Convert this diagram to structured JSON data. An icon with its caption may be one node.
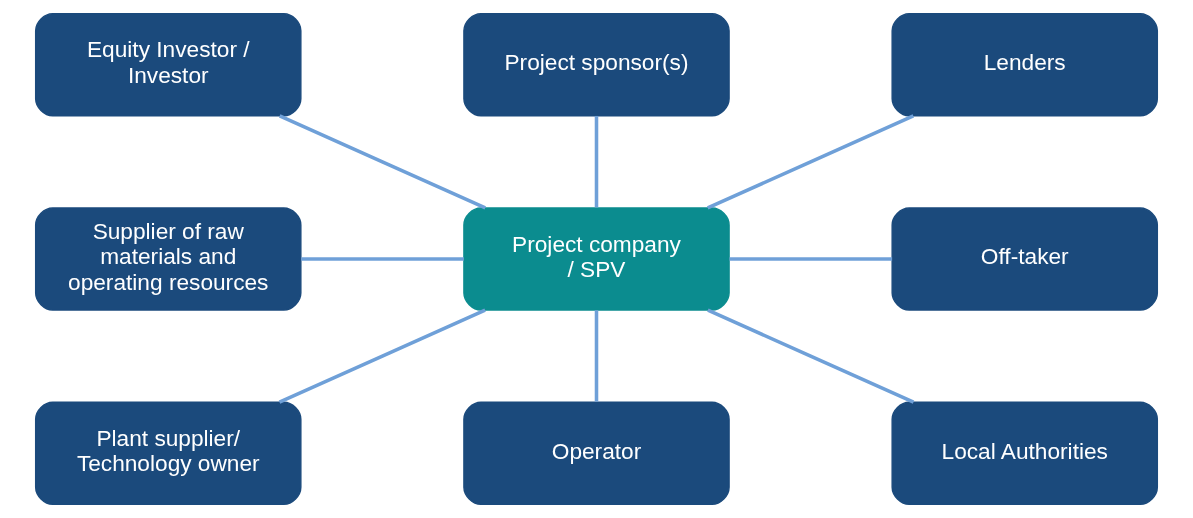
{
  "diagram": {
    "nodes": [
      {
        "text": [
          "Equity Investor / Investor"
        ]
      },
      {
        "text": [
          "Project sponsor(s)"
        ]
      },
      {
        "text": [
          "Lenders"
        ]
      },
      {
        "text": [
          "Supplier of raw materials and operating resources"
        ]
      },
      {
        "text": [
          "Project company / SPV"
        ]
      },
      {
        "text": [
          "Off-taker"
        ]
      },
      {
        "text": [
          "Plant supplier/ Technology owner"
        ]
      },
      {
        "text": [
          "Operator"
        ]
      },
      {
        "text": [
          "Local Authorities"
        ]
      }
    ],
    "edges": [
      {
        "from": 0,
        "to": 4,
        "arrow": "none"
      },
      {
        "from": 1,
        "to": 4,
        "arrow": "none"
      },
      {
        "from": 2,
        "to": 4,
        "arrow": "none"
      },
      {
        "from": 3,
        "to": 4,
        "arrow": "none"
      },
      {
        "from": 4,
        "to": 5,
        "arrow": "none"
      },
      {
        "from": 4,
        "to": 6,
        "arrow": "none"
      },
      {
        "from": 4,
        "to": 7,
        "arrow": "none"
      },
      {
        "from": 4,
        "to": 8,
        "arrow": "none"
      }
    ]
  }
}
